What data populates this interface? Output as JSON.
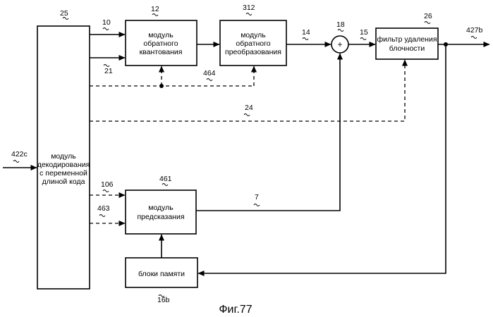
{
  "figure": {
    "caption": "Фиг.77"
  },
  "blocks": {
    "vld": {
      "id": "25",
      "lines": [
        "модуль",
        "декодирования",
        "с переменной",
        "длиной кода"
      ]
    },
    "inv_quant": {
      "id": "12",
      "lines": [
        "модуль",
        "обратного",
        "квантования"
      ]
    },
    "inv_transform": {
      "id": "312",
      "lines": [
        "модуль",
        "обратного",
        "преобразования"
      ]
    },
    "adder": {
      "id": "18",
      "symbol": "+"
    },
    "deblock": {
      "id": "26",
      "lines": [
        "фильтр удаления",
        "блочности"
      ]
    },
    "prediction": {
      "id": "461",
      "lines": [
        "модуль",
        "предсказания"
      ]
    },
    "memory": {
      "id": "16b",
      "lines": [
        "блоки памяти"
      ]
    }
  },
  "signals": {
    "input": "422c",
    "s10": "10",
    "s21": "21",
    "s464": "464",
    "s14": "14",
    "s15": "15",
    "output": "427b",
    "s24": "24",
    "s106": "106",
    "s463": "463",
    "s7": "7"
  }
}
